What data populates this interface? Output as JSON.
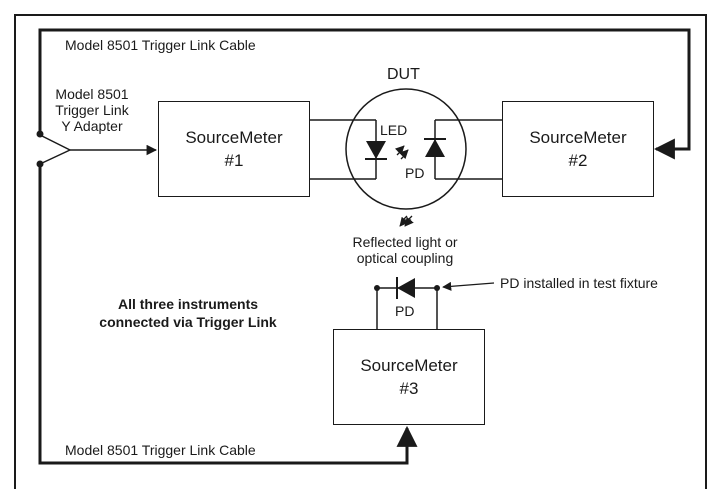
{
  "cable_top_label": "Model 8501 Trigger Link Cable",
  "cable_bottom_label": "Model 8501 Trigger Link Cable",
  "y_adapter": {
    "line1": "Model 8501",
    "line2": "Trigger Link",
    "line3": "Y Adapter"
  },
  "dut_label": "DUT",
  "led_label": "LED",
  "pd_dut_label": "PD",
  "pd_fixture_label": "PD",
  "sm1": {
    "line1": "SourceMeter",
    "line2": "#1"
  },
  "sm2": {
    "line1": "SourceMeter",
    "line2": "#2"
  },
  "sm3": {
    "line1": "SourceMeter",
    "line2": "#3"
  },
  "reflected": {
    "line1": "Reflected light or",
    "line2": "optical coupling"
  },
  "pd_fixture_note": "PD installed in test fixture",
  "note": {
    "line1": "All three instruments",
    "line2": "connected via Trigger Link"
  }
}
